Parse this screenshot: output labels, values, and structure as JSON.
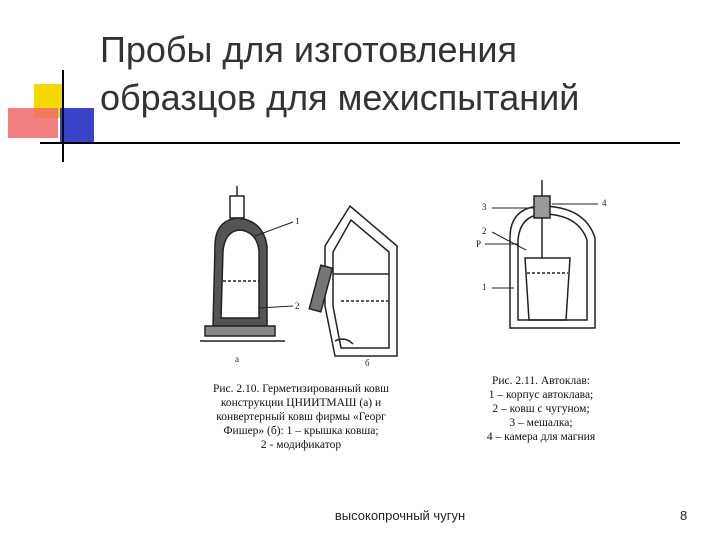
{
  "slide": {
    "title_line1": "Пробы для изготовления",
    "title_line2": "образцов для мехиспытаний",
    "footer": "высокопрочный чугун",
    "page_number": "8"
  },
  "figure_left": {
    "labels": {
      "n1": "1",
      "n2": "2",
      "a": "а",
      "b": "б"
    },
    "caption": [
      "Рис. 2.10. Герметизированный ковш",
      "конструкции ЦНИИТМАШ (а) и",
      "конвертерный ковш фирмы «Георг",
      "Фишер» (б): 1 – крышка ковша;",
      "2 - модификатор"
    ]
  },
  "figure_right": {
    "labels": {
      "n1": "1",
      "n2": "2",
      "n3": "3",
      "n4": "4",
      "p": "P"
    },
    "caption": [
      "Рис. 2.11. Автоклав:",
      "1 – корпус автоклава;",
      "2 – ковш с чугуном;",
      "3 – мешалка;",
      "4 – камера для магния"
    ]
  },
  "colors": {
    "accent_yellow": "#f5d800",
    "accent_red": "#e8372f",
    "accent_blue": "#3a44c8"
  }
}
